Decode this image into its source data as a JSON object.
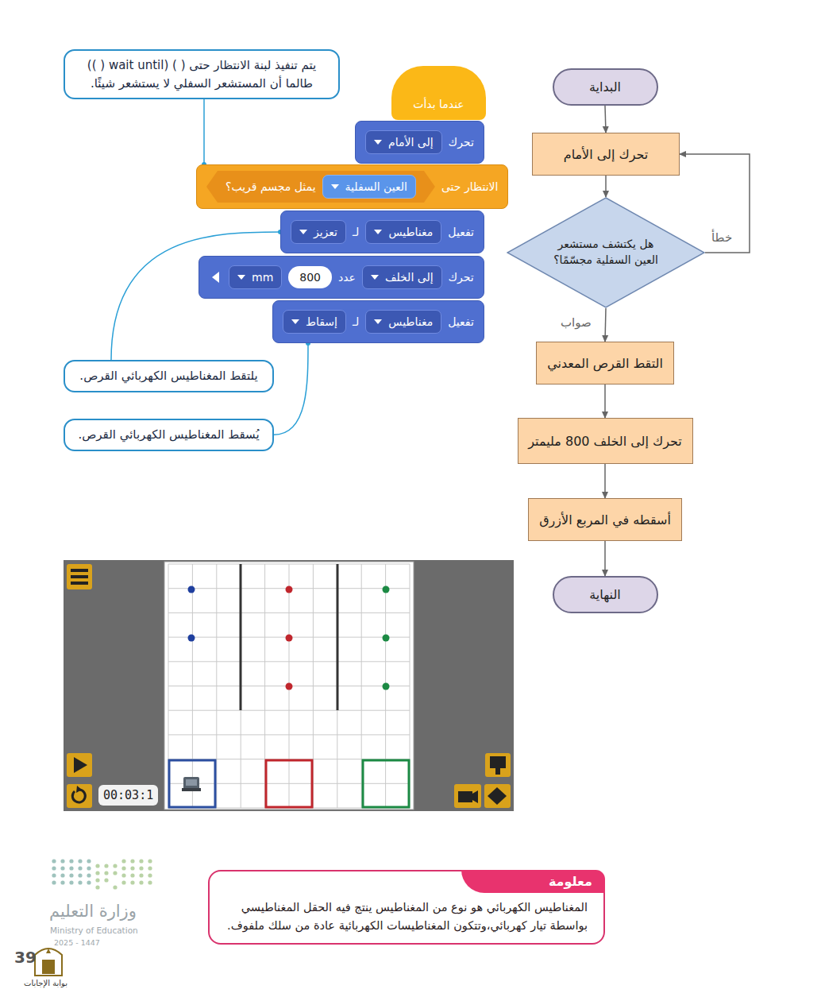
{
  "diagram": {
    "nodes": [
      {
        "text": [
          "يتم تنفيذ لبنة الانتظار حتى ( ) (wait until ( )) طالما أن المستشعر السفلي لا يستشعر شيئًا."
        ]
      },
      {
        "text": [
          "عندما بدأت"
        ]
      },
      {
        "text": [
          "تحرك",
          "إلى الأمام"
        ]
      },
      {
        "text": [
          "الانتظار حتى",
          "العين السفلية",
          "يمثل مجسم قريب؟"
        ]
      },
      {
        "text": [
          "تفعيل",
          "مغناطيس",
          "لـ",
          "تعزيز"
        ]
      },
      {
        "text": [
          "تحرك",
          "إلى الخلف",
          "عدد",
          "800",
          "mm"
        ]
      },
      {
        "text": [
          "تفعيل",
          "مغناطيس",
          "لـ",
          "إسقاط"
        ]
      },
      {
        "text": [
          "يلتقط المغناطيس الكهربائي القرص."
        ]
      },
      {
        "text": [
          "يُسقط المغناطيس الكهربائي القرص."
        ]
      },
      {
        "text": [
          "البداية"
        ]
      },
      {
        "text": [
          "تحرك إلى الأمام"
        ]
      },
      {
        "text": [
          "هل يكتشف مستشعر العين السفلية مجسّمًا؟"
        ]
      },
      {
        "text": [
          "التقط القرص المعدني"
        ]
      },
      {
        "text": [
          "تحرك إلى الخلف 800 مليمتر"
        ]
      },
      {
        "text": [
          "أسقطه في المربع الأزرق"
        ]
      },
      {
        "text": [
          "النهاية"
        ]
      },
      {
        "text": [
          "معلومة",
          "المغناطيس الكهربائي هو نوع من المغناطيس ينتج فيه الحقل المغناطيسي بواسطة تيار كهربائي،وتتكون المغناطيسات الكهربائية عادة من سلك ملفوف."
        ]
      }
    ],
    "edges": [
      {
        "from": 9,
        "to": 10,
        "arrow": "to"
      },
      {
        "from": 10,
        "to": 11,
        "arrow": "to"
      },
      {
        "from": 11,
        "to": 10,
        "label": "خطأ",
        "arrow": "to"
      },
      {
        "from": 11,
        "to": 12,
        "label": "صواب",
        "arrow": "to"
      },
      {
        "from": 12,
        "to": 13,
        "arrow": "to"
      },
      {
        "from": 13,
        "to": 14,
        "arrow": "to"
      },
      {
        "from": 14,
        "to": 15,
        "arrow": "to"
      },
      {
        "from": 0,
        "to": 3,
        "arrow": "none"
      },
      {
        "from": 7,
        "to": 4,
        "arrow": "none"
      },
      {
        "from": 8,
        "to": 6,
        "arrow": "none"
      }
    ],
    "labels": [
      "00:03:1",
      "وزارة التعليم",
      "Ministry of Education",
      "2025 - 1447",
      "39",
      "بوابة الإجابات"
    ]
  }
}
